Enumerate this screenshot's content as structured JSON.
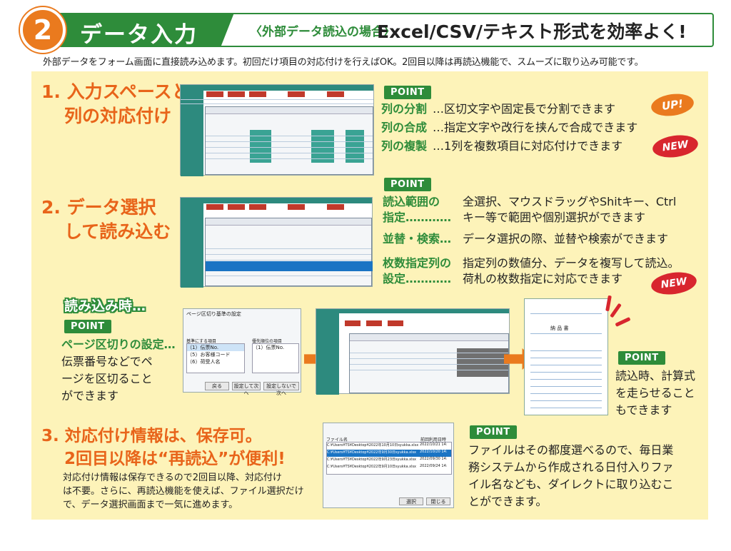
{
  "header": {
    "number": "2",
    "title": "データ入力",
    "tag": "〈外部データ読込の場合〉",
    "main": "Excel/CSV/テキスト形式を効率よく!"
  },
  "intro": "外部データをフォーム画面に直接読み込めます。初回だけ項目の対応付けを行えばOK。2回目以降は再読込機能で、スムーズに取り込み可能です。",
  "colors": {
    "accent_orange": "#e8641a",
    "brand_green": "#2e8c3a",
    "panel_yellow": "#fdf3b9",
    "badge_red": "#d8262e"
  },
  "section1": {
    "title_line1": "1. 入力スペースと",
    "title_line2": "列の対応付け",
    "point_label": "POINT",
    "items": [
      {
        "label": "列の分割",
        "desc": "…区切文字や固定長で分割できます"
      },
      {
        "label": "列の合成",
        "desc": "…指定文字や改行を挟んで合成できます"
      },
      {
        "label": "列の複製",
        "desc": "…1列を複数項目に対応付けできます"
      }
    ],
    "badge_up": "UP!",
    "badge_new": "NEW"
  },
  "section2": {
    "title_line1": "2. データ選択",
    "title_line2": "して読み込む",
    "point_label": "POINT",
    "items": [
      {
        "label_line1": "読込範囲の",
        "label_line2": "指定…………",
        "desc_line1": "全選択、マウスドラッグやShitキー、Ctrl",
        "desc_line2": "キー等で範囲や個別選択ができます"
      },
      {
        "label_line1": "並替・検索…",
        "desc_line1": "データ選択の際、並替や検索ができます"
      },
      {
        "label_line1": "枚数指定列の",
        "label_line2": "設定…………",
        "desc_line1": "指定列の数値分、データを複写して読込。",
        "desc_line2": "荷札の枚数指定に対応できます"
      }
    ],
    "badge_new": "NEW"
  },
  "reading": {
    "heading": "読み込み時…",
    "point_label": "POINT",
    "label": "ページ区切りの設定…",
    "desc_line1": "伝票番号などでペ",
    "desc_line2": "ージを区切ること",
    "desc_line3": "ができます",
    "dialog": {
      "title": "ページ区切り基準の設定",
      "left_header": "基準にする項目",
      "right_header": "優先順位の項目",
      "left_items": [
        "（1）伝票No.",
        "（5）お客様コード",
        "（6）荷受人名"
      ],
      "right_items": [
        "（1）伝票No."
      ],
      "buttons": [
        "戻る",
        "設定して次へ",
        "設定しないで次へ"
      ]
    },
    "calc_point_label": "POINT",
    "calc_line1": "読込時、計算式",
    "calc_line2": "を走らせること",
    "calc_line3": "もできます",
    "slip_title": "納 品 書"
  },
  "section3": {
    "title_line1": "3. 対応付け情報は、保存可。",
    "title_line2": "2回目以降は“再読込”が便利!",
    "desc_line1": "対応付け情報は保存できるので2回目以降、対応付け",
    "desc_line2": "は不要。さらに、再読込機能を使えば、ファイル選択だけ",
    "desc_line3": "で、データ選択画面まで一気に進めます。",
    "point_label": "POINT",
    "point_line1": "ファイルはその都度選べるので、毎日業",
    "point_line2": "務システムから作成される日付入りファ",
    "point_line3": "イル名なども、ダイレクトに取り込むこ",
    "point_line4": "とができます。",
    "file_dialog": {
      "title": "ファイル名",
      "col_date": "前回利用日時",
      "files": [
        {
          "name": "C:¥Users¥TS¥Desktop¥2022年10月10日syukka.xlsx",
          "date": "2022/10/21 14:"
        },
        {
          "name": "C:¥Users¥TS¥Desktop¥2022年9月30日syukka.xlsx",
          "date": "2022/10/20 14:"
        },
        {
          "name": "C:¥Users¥TS¥Desktop¥2022年9月23日syukka.xlsx",
          "date": "2022/09/30 14:"
        },
        {
          "name": "C:¥Users¥TS¥Desktop¥2022年9月10日syukka.xlsx",
          "date": "2022/09/24 14:"
        }
      ],
      "buttons": [
        "選択",
        "閉じる"
      ]
    }
  }
}
